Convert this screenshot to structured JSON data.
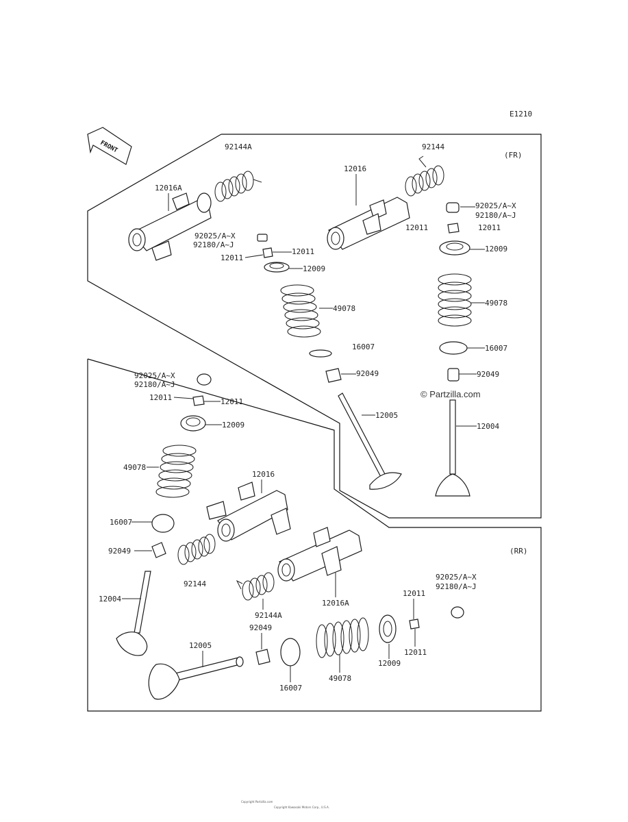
{
  "diagram_id": "E1210",
  "front_label": "FRONT",
  "section_fr": "(FR)",
  "section_rr": "(RR)",
  "watermark": "© Partzilla.com",
  "labels": {
    "fr_92144A": "92144A",
    "fr_92144": "92144",
    "fr_12016A": "12016A",
    "fr_12016": "12016",
    "fr_92025_a": "92025/A~X",
    "fr_92180_a": "92180/A~J",
    "fr_12011_a1": "12011",
    "fr_12011_a2": "12011",
    "fr_12009_a": "12009",
    "fr_49078_a": "49078",
    "fr_16007_a": "16007",
    "fr_92049_a": "92049",
    "fr_12005": "12005",
    "fr_92025_b": "92025/A~X",
    "fr_92180_b": "92180/A~J",
    "fr_12011_b1": "12011",
    "fr_12011_b2": "12011",
    "fr_12009_b": "12009",
    "fr_49078_b": "49078",
    "fr_16007_b": "16007",
    "fr_92049_b": "92049",
    "fr_12004": "12004",
    "rr_92025_a": "92025/A~X",
    "rr_92180_a": "92180/A~J",
    "rr_12011_a1": "12011",
    "rr_12011_a2": "12011",
    "rr_12009_a": "12009",
    "rr_49078_a": "49078",
    "rr_12016": "12016",
    "rr_16007_a": "16007",
    "rr_92049_a": "92049",
    "rr_92144": "92144",
    "rr_12004": "12004",
    "rr_92144A": "92144A",
    "rr_12016A": "12016A",
    "rr_92025_b": "92025/A~X",
    "rr_92180_b": "92180/A~J",
    "rr_12011_b1": "12011",
    "rr_12011_b2": "12011",
    "rr_92049_b": "92049",
    "rr_12005": "12005",
    "rr_16007_b": "16007",
    "rr_49078_b": "49078",
    "rr_12009_b": "12009"
  },
  "footer_line1": "Copyright Partzilla.com",
  "footer_line2": "Copyright Kawasaki Motors Corp., U.S.A."
}
